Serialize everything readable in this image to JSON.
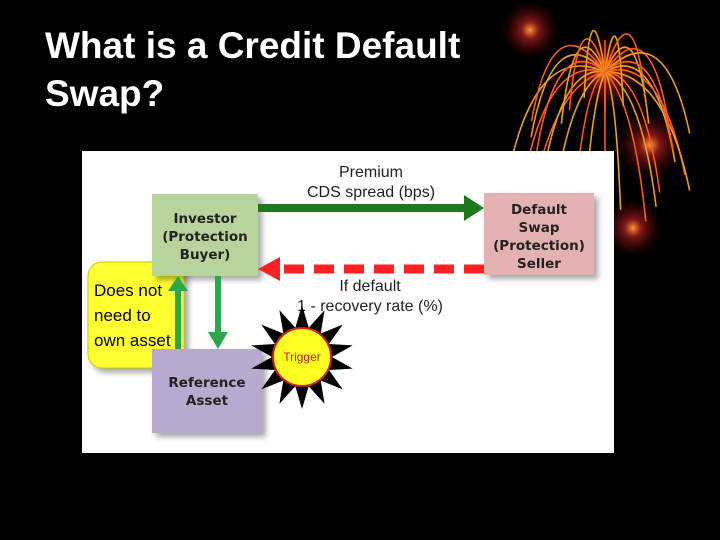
{
  "slide": {
    "title_line1": "What is a Credit Default",
    "title_line2": "Swap?"
  },
  "diagram": {
    "investor": [
      "Investor",
      "(Protection",
      "Buyer)"
    ],
    "seller": [
      "Default",
      "Swap",
      "(Protection)",
      "Seller"
    ],
    "reference": [
      "Reference",
      "Asset"
    ],
    "note": [
      "Does not",
      "need to",
      "own asset"
    ],
    "premium_label": [
      "Premium",
      "CDS spread (bps)"
    ],
    "default_label": [
      "If default",
      "1 - recovery rate (%)"
    ],
    "trigger": "Trigger",
    "colors": {
      "investor": "#b9d49a",
      "seller": "#e3b1b1",
      "reference": "#b8a9cf",
      "note": "#ffff33",
      "premium_arrow": "#1c7a1c",
      "default_arrow": "#ff2222",
      "asset_arrows": "#2aa84a"
    }
  }
}
